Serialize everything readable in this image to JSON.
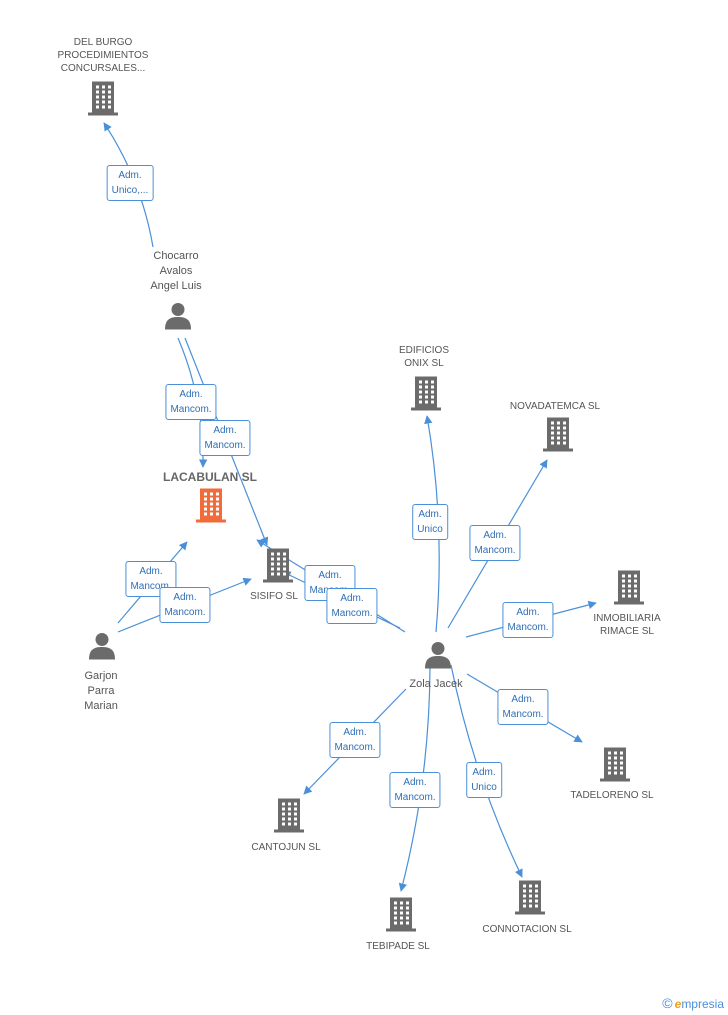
{
  "colors": {
    "edge": "#4a90d9",
    "building": "#6b6b6b",
    "focus_building": "#f26b3a",
    "person": "#6b6b6b"
  },
  "nodes": [
    {
      "id": "delburgo",
      "kind": "company",
      "label": "DEL BURGO\nPROCEDIMIENTOS\nCONCURSALES..."
    },
    {
      "id": "chocarro",
      "kind": "person",
      "label": "Chocarro\nAvalos\nAngel Luis"
    },
    {
      "id": "lacabulan",
      "kind": "focus",
      "label": "LACABULAN SL"
    },
    {
      "id": "sisifo",
      "kind": "company",
      "label": "SISIFO SL"
    },
    {
      "id": "garjon",
      "kind": "person",
      "label": "Garjon\nParra\nMarian"
    },
    {
      "id": "zola",
      "kind": "person",
      "label": "Zola Jacek"
    },
    {
      "id": "edificios",
      "kind": "company",
      "label": "EDIFICIOS\nONIX SL"
    },
    {
      "id": "novadatemca",
      "kind": "company",
      "label": "NOVADATEMCA SL"
    },
    {
      "id": "inmobiliaria",
      "kind": "company",
      "label": "INMOBILIARIA\nRIMACE SL"
    },
    {
      "id": "tadeloreno",
      "kind": "company",
      "label": "TADELORENO SL"
    },
    {
      "id": "connotacion",
      "kind": "company",
      "label": "CONNOTACION SL"
    },
    {
      "id": "tebipade",
      "kind": "company",
      "label": "TEBIPADE SL"
    },
    {
      "id": "cantojun",
      "kind": "company",
      "label": "CANTOJUN SL"
    }
  ],
  "edges": [
    {
      "from": "chocarro",
      "to": "delburgo",
      "label": "Adm.\nUnico,..."
    },
    {
      "from": "chocarro",
      "to": "lacabulan",
      "label": "Adm.\nMancom."
    },
    {
      "from": "chocarro",
      "to": "sisifo",
      "label": "Adm.\nMancom."
    },
    {
      "from": "garjon",
      "to": "lacabulan",
      "label": "Adm.\nMancom."
    },
    {
      "from": "garjon",
      "to": "sisifo",
      "label": "Adm.\nMancom."
    },
    {
      "from": "zola",
      "to": "sisifo",
      "label": "Adm.\nMancom."
    },
    {
      "from": "zola",
      "to": "lacabulan",
      "label": "Adm.\nMancom."
    },
    {
      "from": "zola",
      "to": "edificios",
      "label": "Adm.\nUnico"
    },
    {
      "from": "zola",
      "to": "novadatemca",
      "label": "Adm.\nMancom."
    },
    {
      "from": "zola",
      "to": "inmobiliaria",
      "label": "Adm.\nMancom."
    },
    {
      "from": "zola",
      "to": "tadeloreno",
      "label": "Adm.\nMancom."
    },
    {
      "from": "zola",
      "to": "connotacion",
      "label": "Adm.\nUnico"
    },
    {
      "from": "zola",
      "to": "tebipade",
      "label": "Adm.\nMancom."
    },
    {
      "from": "zola",
      "to": "cantojun",
      "label": "Adm.\nMancom."
    }
  ],
  "footer": {
    "copyright": "©",
    "brand_initial": "e",
    "brand_rest": "mpresia"
  }
}
